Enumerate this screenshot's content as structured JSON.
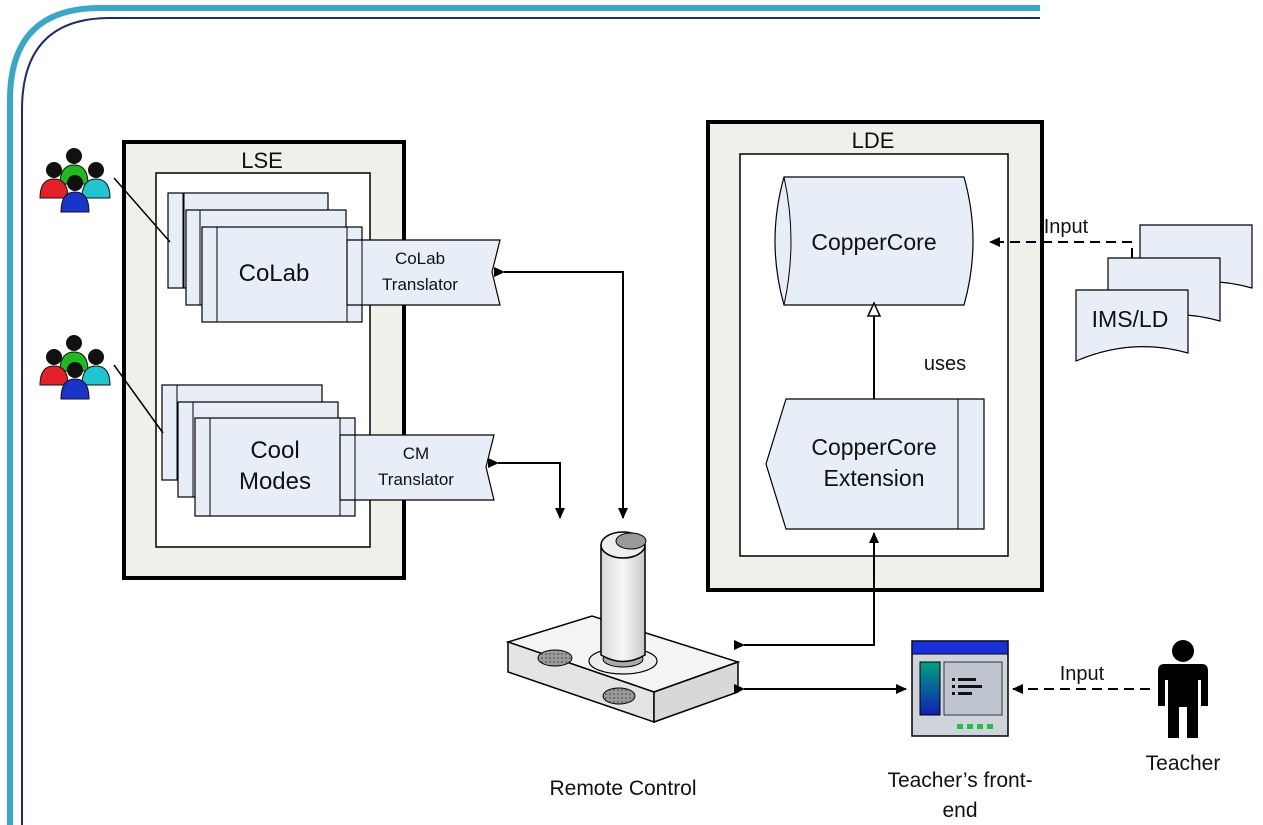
{
  "lse": {
    "title": "LSE"
  },
  "lde": {
    "title": "LDE"
  },
  "tools": {
    "colab": "CoLab",
    "coolmodes_line1": "Cool",
    "coolmodes_line2": "Modes"
  },
  "translators": {
    "colab_line1": "CoLab",
    "colab_line2": "Translator",
    "cm_line1": "CM",
    "cm_line2": "Translator"
  },
  "coppercore": {
    "engine": "CopperCore",
    "uses": "uses",
    "ext_line1": "CopperCore",
    "ext_line2": "Extension"
  },
  "imsld": {
    "label": "IMS/LD",
    "input_label": "Input"
  },
  "remote_control": {
    "label": "Remote Control"
  },
  "teacher_frontend": {
    "line1": "Teacher’s front-",
    "line2": "end"
  },
  "teacher": {
    "label": "Teacher",
    "input_label": "Input"
  },
  "colors": {
    "box_fill": "#e8eef8",
    "frame_fill": "#f0f0ea",
    "slide_border": "#3aa7c6",
    "slide_border_dark": "#202a6e",
    "student_red": "#e4202a",
    "student_green": "#22b820",
    "student_cyan": "#22c4d0",
    "student_blue": "#1a33c8"
  }
}
